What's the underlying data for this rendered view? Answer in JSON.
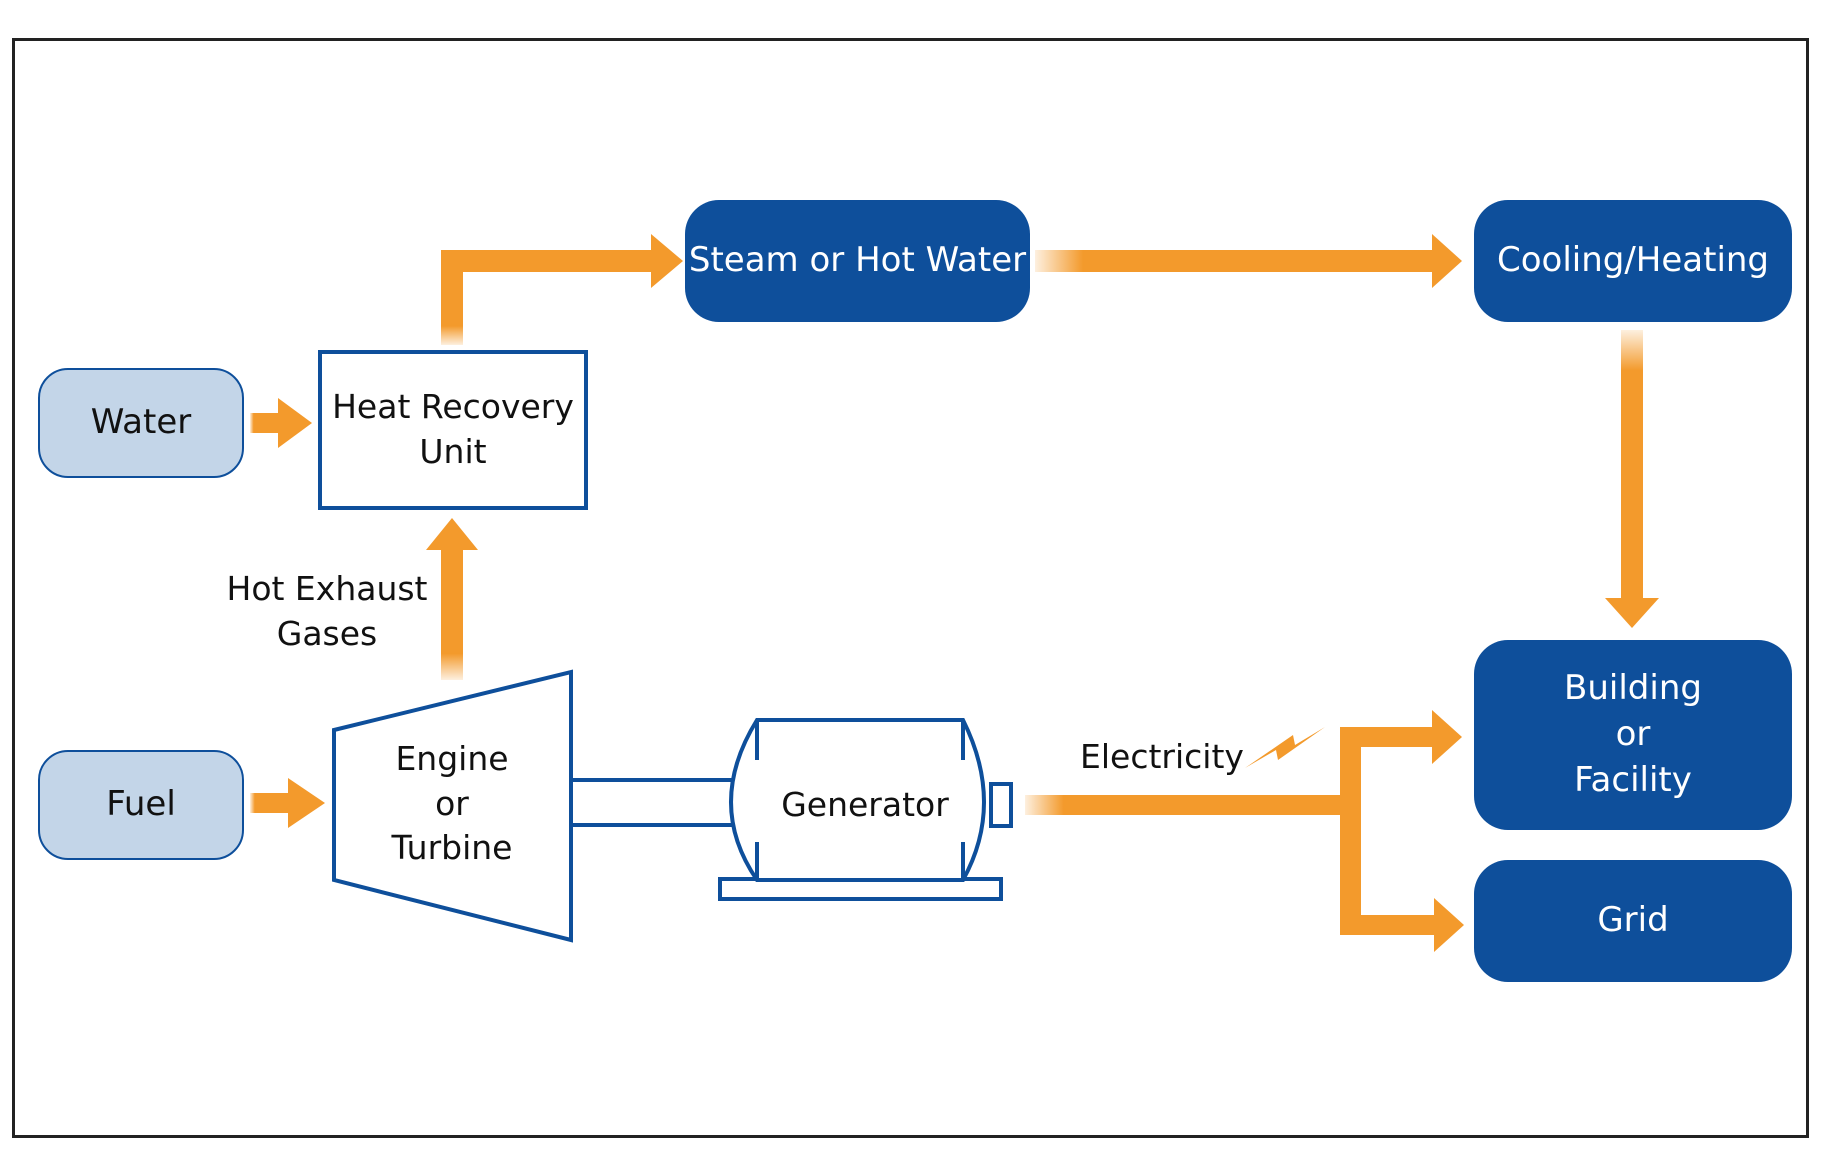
{
  "nodes": {
    "water": "Water",
    "fuel": "Fuel",
    "heat_recovery": "Heat Recovery\nUnit",
    "steam": "Steam or Hot Water",
    "cooling": "Cooling/Heating",
    "engine": "Engine\nor\nTurbine",
    "generator": "Generator",
    "building": "Building\nor\nFacility",
    "grid": "Grid"
  },
  "labels": {
    "hot_exhaust": "Hot Exhaust\nGases",
    "electricity": "Electricity"
  },
  "colors": {
    "arrow": "#f39a2c",
    "dark_blue": "#0e4f9b",
    "light_blue": "#c3d5e8"
  }
}
